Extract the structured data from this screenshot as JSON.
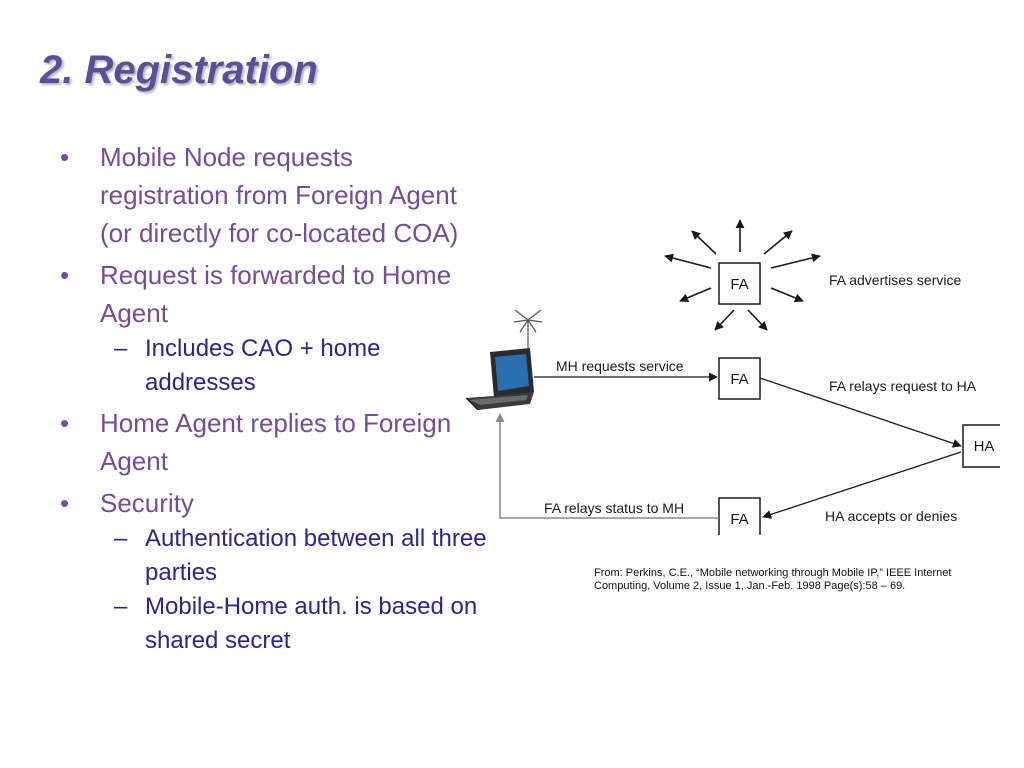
{
  "slide": {
    "title": "2.  Registration",
    "bullets": [
      {
        "text": "Mobile Node requests registration from Foreign Agent (or directly for co-located COA)",
        "sub": []
      },
      {
        "text": "Request is forwarded to Home Agent",
        "sub": [
          "Includes CAO + home addresses"
        ]
      },
      {
        "text": "Home Agent replies to Foreign Agent",
        "sub": []
      },
      {
        "text": "Security",
        "sub": [
          "Authentication between all three parties",
          "Mobile-Home auth. is based on shared secret"
        ]
      }
    ]
  },
  "diagram": {
    "nodes": {
      "fa_top": "FA",
      "fa_mid": "FA",
      "fa_bottom": "FA",
      "ha": "HA"
    },
    "labels": {
      "advertises": "FA advertises service",
      "mh_requests": "MH requests service",
      "fa_relays_request": "FA relays request to HA",
      "ha_accepts": "HA accepts or denies",
      "fa_relays_status": "FA relays status to MH"
    },
    "icons": {
      "laptop": "laptop-icon",
      "antenna": "antenna-icon",
      "broadcast": "broadcast-arrows"
    },
    "colors": {
      "line": "#1a1a1a",
      "return_path": "#888888",
      "screen": "#2a6fb0"
    }
  },
  "citation": "From: Perkins, C.E., “Mobile networking through Mobile IP,” IEEE Internet Computing, Volume 2,  Issue 1,  Jan.-Feb. 1998 Page(s):58 – 69.",
  "theme": {
    "title_color": "#5b4f9c",
    "bullet_color": "#7a4a9a",
    "sub_bullet_color": "#262694"
  }
}
